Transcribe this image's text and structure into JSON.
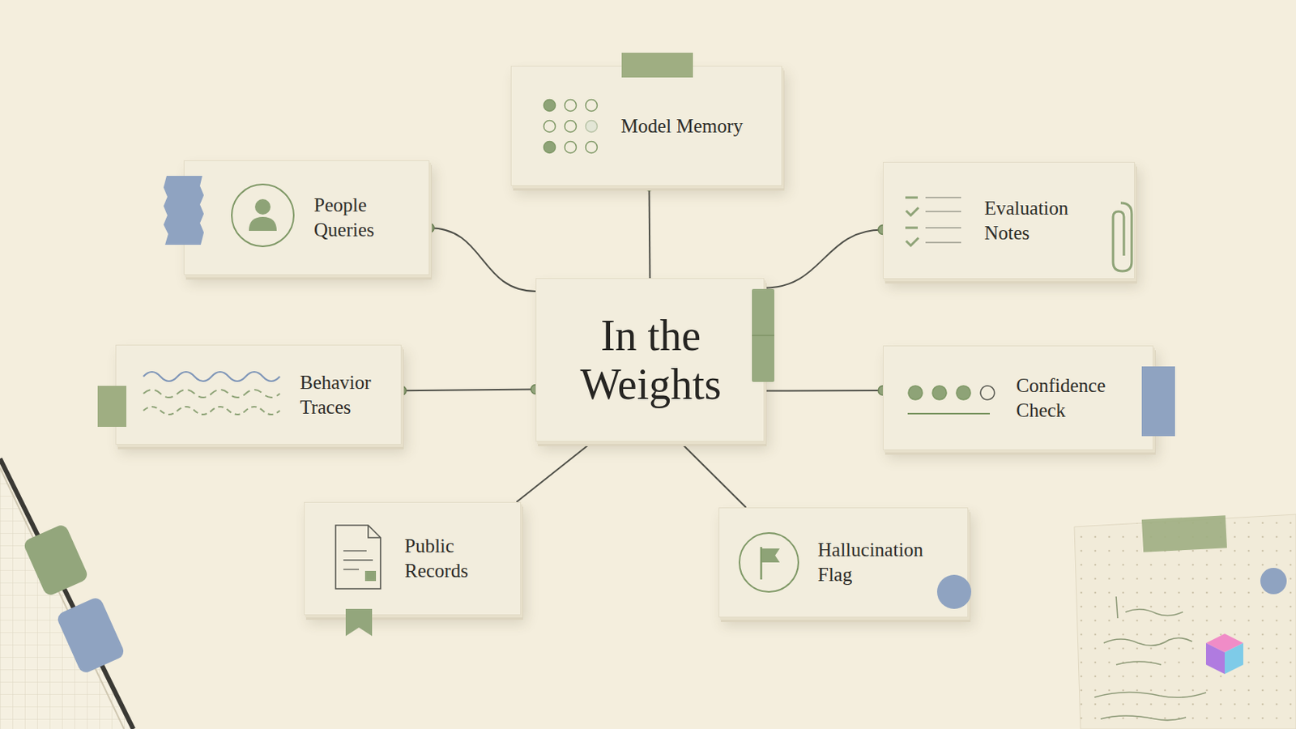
{
  "diagram": {
    "nodes": [
      {
        "text": [
          "Model Memory"
        ]
      },
      {
        "text": [
          "People Queries"
        ]
      },
      {
        "text": [
          "Evaluation Notes"
        ]
      },
      {
        "text": [
          "Behavior Traces"
        ]
      },
      {
        "text": [
          "In the Weights"
        ]
      },
      {
        "text": [
          "Confidence Check"
        ]
      },
      {
        "text": [
          "Public Records"
        ]
      },
      {
        "text": [
          "Hallucination Flag"
        ]
      }
    ],
    "edges": [
      {
        "from": 4,
        "to": 0,
        "arrow": "none"
      },
      {
        "from": 4,
        "to": 1,
        "arrow": "none"
      },
      {
        "from": 4,
        "to": 2,
        "arrow": "none"
      },
      {
        "from": 4,
        "to": 3,
        "arrow": "none"
      },
      {
        "from": 4,
        "to": 5,
        "arrow": "none"
      },
      {
        "from": 4,
        "to": 6,
        "arrow": "none"
      },
      {
        "from": 4,
        "to": 7,
        "arrow": "none"
      }
    ]
  }
}
